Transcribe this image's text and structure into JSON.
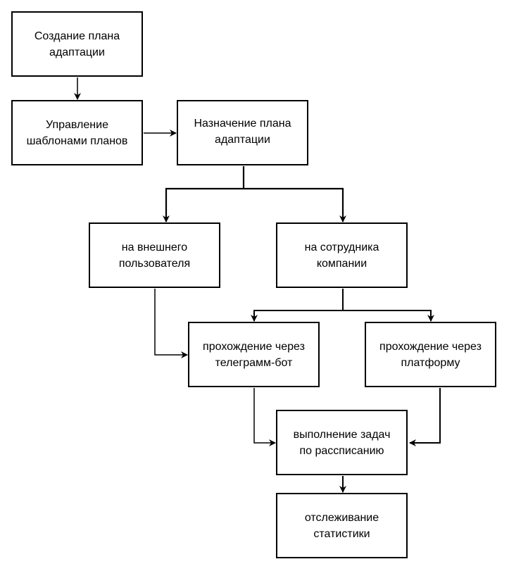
{
  "diagram": {
    "nodes": [
      {
        "id": "create-plan",
        "lines": [
          "Создание плана",
          "адаптации"
        ]
      },
      {
        "id": "manage-templates",
        "lines": [
          "Управление",
          "шаблонами планов"
        ]
      },
      {
        "id": "assign-plan",
        "lines": [
          "Назначение плана",
          "адаптации"
        ]
      },
      {
        "id": "external-user",
        "lines": [
          "на внешнего",
          "пользователя"
        ]
      },
      {
        "id": "employee",
        "lines": [
          "на сотрудника",
          "компании"
        ]
      },
      {
        "id": "telegram-bot",
        "lines": [
          "прохождение через",
          "телеграмм-бот"
        ]
      },
      {
        "id": "platform",
        "lines": [
          "прохождение через",
          "платформу"
        ]
      },
      {
        "id": "scheduled-tasks",
        "lines": [
          "выполнение задач",
          "по рассписанию"
        ]
      },
      {
        "id": "statistics",
        "lines": [
          "отслеживание",
          "статистики"
        ]
      }
    ],
    "edges": [
      [
        "create-plan",
        "manage-templates"
      ],
      [
        "manage-templates",
        "assign-plan"
      ],
      [
        "assign-plan",
        "external-user"
      ],
      [
        "assign-plan",
        "employee"
      ],
      [
        "employee",
        "telegram-bot"
      ],
      [
        "employee",
        "platform"
      ],
      [
        "external-user",
        "telegram-bot"
      ],
      [
        "telegram-bot",
        "scheduled-tasks"
      ],
      [
        "platform",
        "scheduled-tasks"
      ],
      [
        "scheduled-tasks",
        "statistics"
      ]
    ]
  }
}
